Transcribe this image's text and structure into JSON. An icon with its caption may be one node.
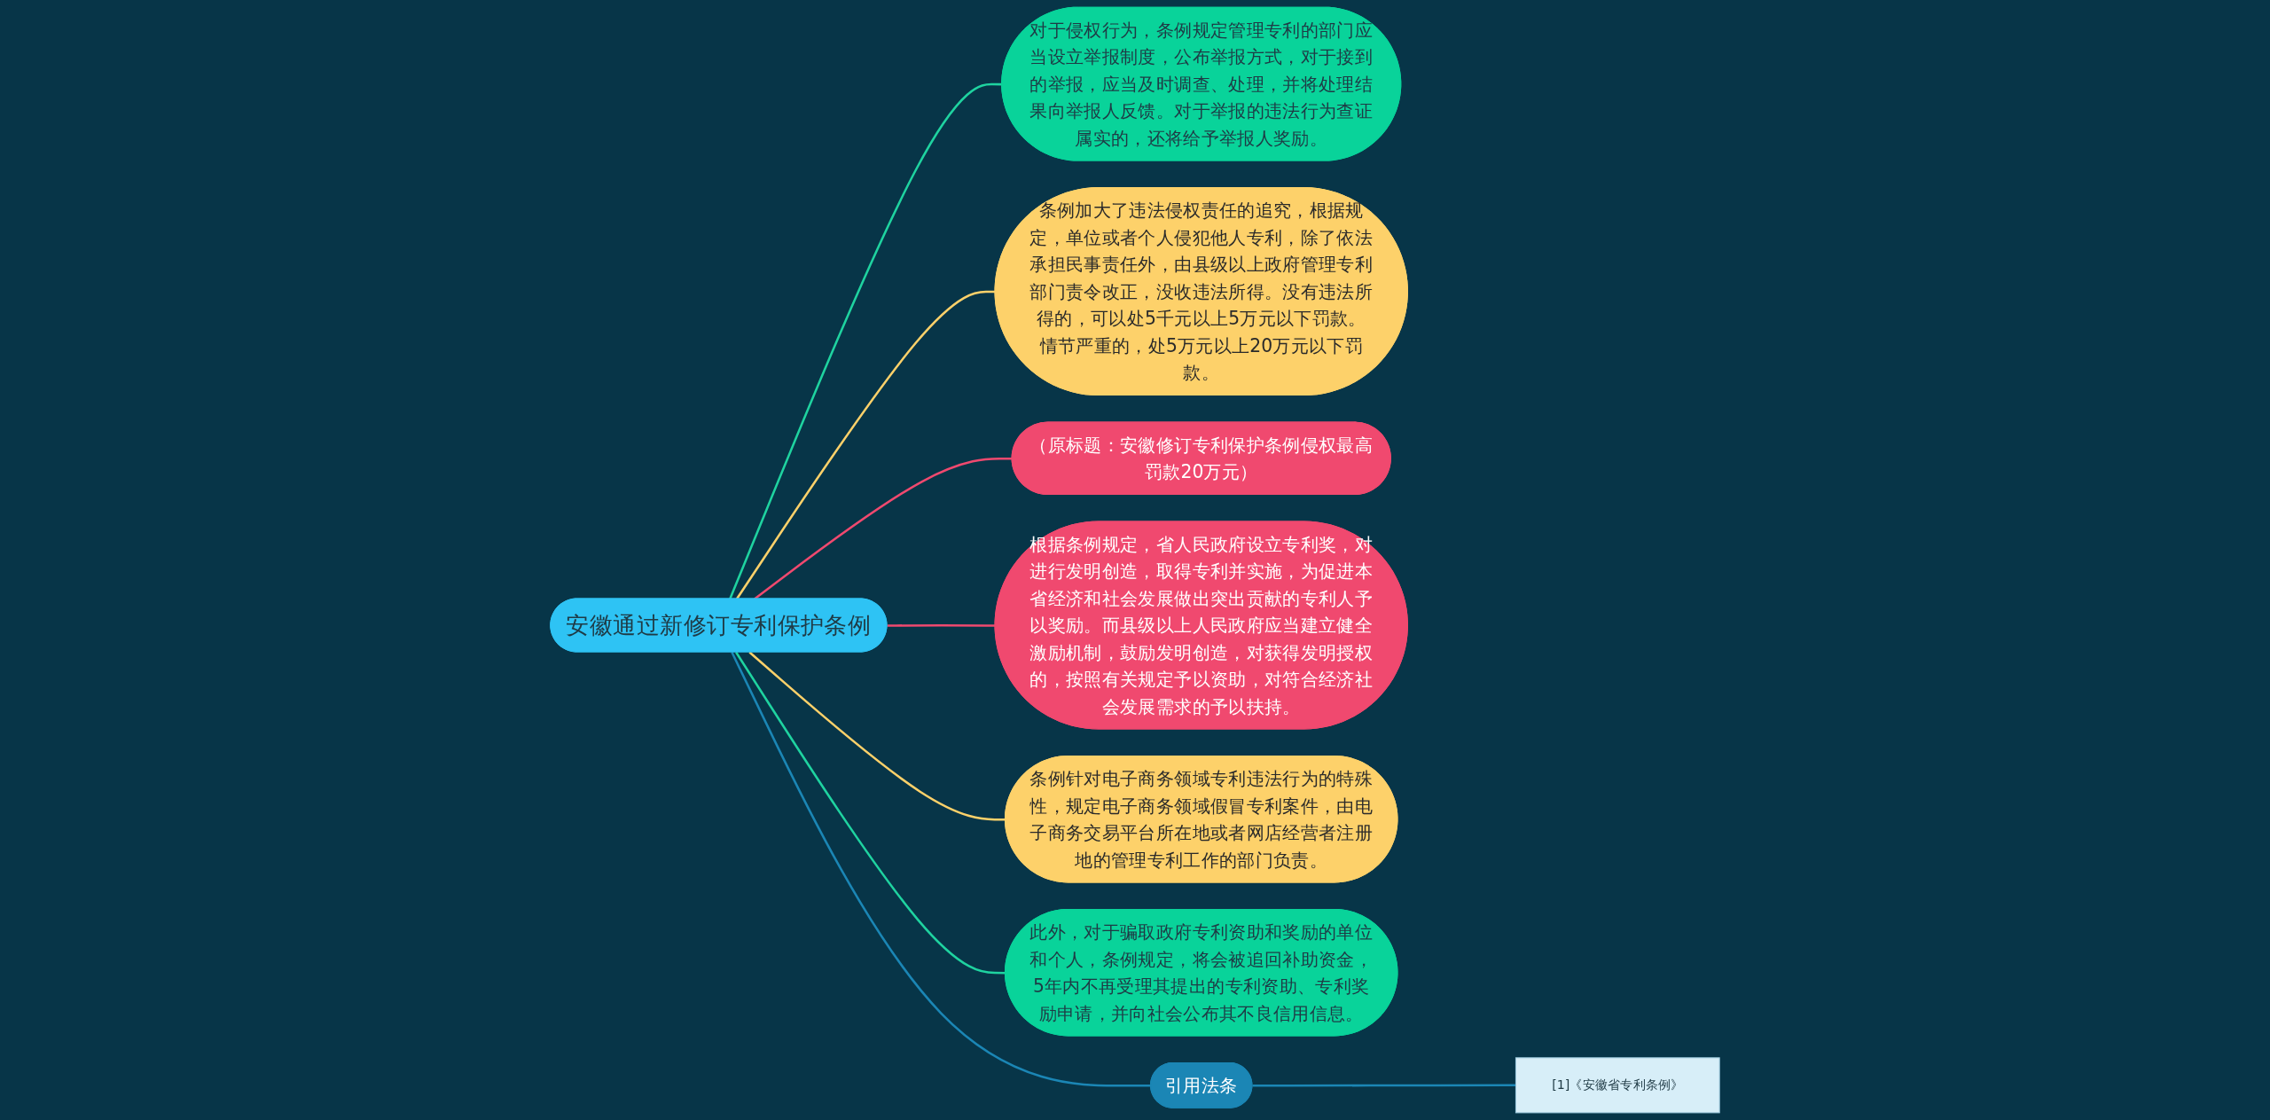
{
  "diagram": {
    "nodes": [
      {
        "text": [
          "安徽通过新修订专利保护条例"
        ]
      },
      {
        "text": [
          "对于侵权行为，条例规定管理专利的部门应当设立举报制度，公布举报方式，对于接到的举报，应当及时调查、处理，并将处理结果向举报人反馈。对于举报的违法行为查证属实的，还将给予举报人奖励。"
        ]
      },
      {
        "text": [
          "条例加大了违法侵权责任的追究，根据规定，单位或者个人侵犯他人专利，除了依法承担民事责任外，由县级以上政府管理专利部门责令改正，没收违法所得。没有违法所得的，可以处5千元以上5万元以下罚款。情节严重的，处5万元以上20万元以下罚款。"
        ]
      },
      {
        "text": [
          "（原标题：安徽修订专利保护条例侵权最高罚款20万元）"
        ]
      },
      {
        "text": [
          "根据条例规定，省人民政府设立专利奖，对进行发明创造，取得专利并实施，为促进本省经济和社会发展做出突出贡献的专利人予以奖励。而县级以上人民政府应当建立健全激励机制，鼓励发明创造，对获得发明授权的，按照有关规定予以资助，对符合经济社会发展需求的予以扶持。"
        ]
      },
      {
        "text": [
          "条例针对电子商务领域专利违法行为的特殊性，规定电子商务领域假冒专利案件，由电子商务交易平台所在地或者网店经营者注册地的管理专利工作的部门负责。"
        ]
      },
      {
        "text": [
          "此外，对于骗取政府专利资助和奖励的单位和个人，条例规定，将会被追回补助资金，5年内不再受理其提出的专利资助、专利奖励申请，并向社会公布其不良信用信息。"
        ]
      },
      {
        "text": [
          "引用法条"
        ]
      },
      {
        "text": [
          "[1]《安徽省专利条例》"
        ]
      }
    ],
    "edges": [
      {
        "from": 0,
        "to": 1,
        "arrow": "none",
        "color": "#1fd3a0"
      },
      {
        "from": 0,
        "to": 2,
        "arrow": "none",
        "color": "#fdd16a"
      },
      {
        "from": 0,
        "to": 3,
        "arrow": "none",
        "color": "#f0496f"
      },
      {
        "from": 0,
        "to": 4,
        "arrow": "none",
        "color": "#f0496f"
      },
      {
        "from": 0,
        "to": 5,
        "arrow": "none",
        "color": "#fdd16a"
      },
      {
        "from": 0,
        "to": 6,
        "arrow": "none",
        "color": "#1fd3a0"
      },
      {
        "from": 0,
        "to": 7,
        "arrow": "none",
        "color": "#1b86b5"
      },
      {
        "from": 7,
        "to": 8,
        "arrow": "none",
        "color": "#1b86b5"
      }
    ]
  }
}
